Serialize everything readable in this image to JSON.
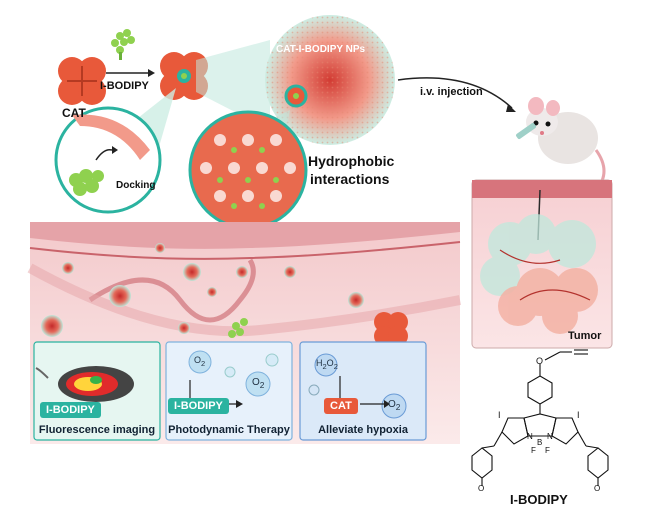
{
  "top": {
    "cat_label": "CAT",
    "reagent_label": "I-BODIPY",
    "docking_label": "Docking",
    "nps_label": "CAT-I-BODIPY NPs",
    "hydrophobic_line1": "Hydrophobic",
    "hydrophobic_line2": "interactions",
    "injection_label": "i.v. injection"
  },
  "tumor": {
    "label": "Tumor"
  },
  "panels": [
    {
      "caption": "Fluorescence imaging",
      "tag": "I-BODIPY"
    },
    {
      "caption": "Photodynamic Therapy",
      "tag": "I-BODIPY"
    },
    {
      "caption": "Alleviate hypoxia",
      "tag": "CAT"
    }
  ],
  "molecules": {
    "o2": "O",
    "o2_sub": "2",
    "h2o2": "H",
    "h2o2_mid": "O",
    "sub2": "2"
  },
  "structure": {
    "name": "I-BODIPY",
    "atom_O_top": "O",
    "atom_I_left": "I",
    "atom_I_right": "I",
    "atom_N_left": "N",
    "atom_N_right": "N",
    "atom_B": "B",
    "atom_F1": "F",
    "atom_F2": "F",
    "atom_O_left": "O",
    "atom_O_right": "O"
  },
  "colors": {
    "cat": "#e8593a",
    "teal": "#2bb3a0",
    "green": "#8fd14f",
    "cell_bg": "#f7dcdc",
    "membrane": "#c9636b"
  }
}
